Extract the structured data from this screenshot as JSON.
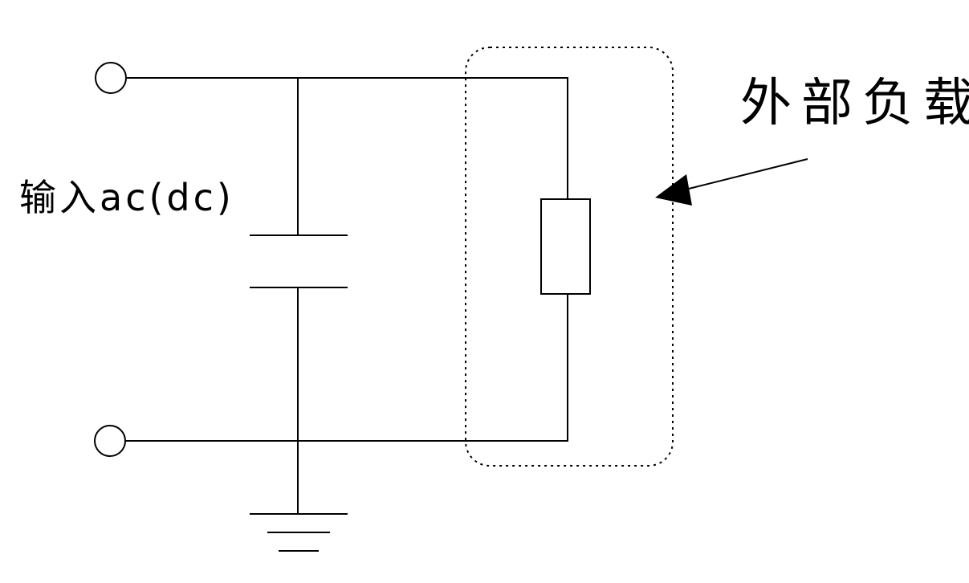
{
  "diagram": {
    "input_label": "输入ac(dc)",
    "load_label": "外部负载",
    "colors": {
      "line": "#000000",
      "background": "#ffffff"
    },
    "components": {
      "terminals": [
        "input-terminal-top",
        "input-terminal-bottom"
      ],
      "capacitor": "capacitor",
      "resistor": "load-resistor",
      "ground": "ground-symbol",
      "load_boundary": "dotted-rounded-box",
      "pointer": "arrow"
    }
  }
}
